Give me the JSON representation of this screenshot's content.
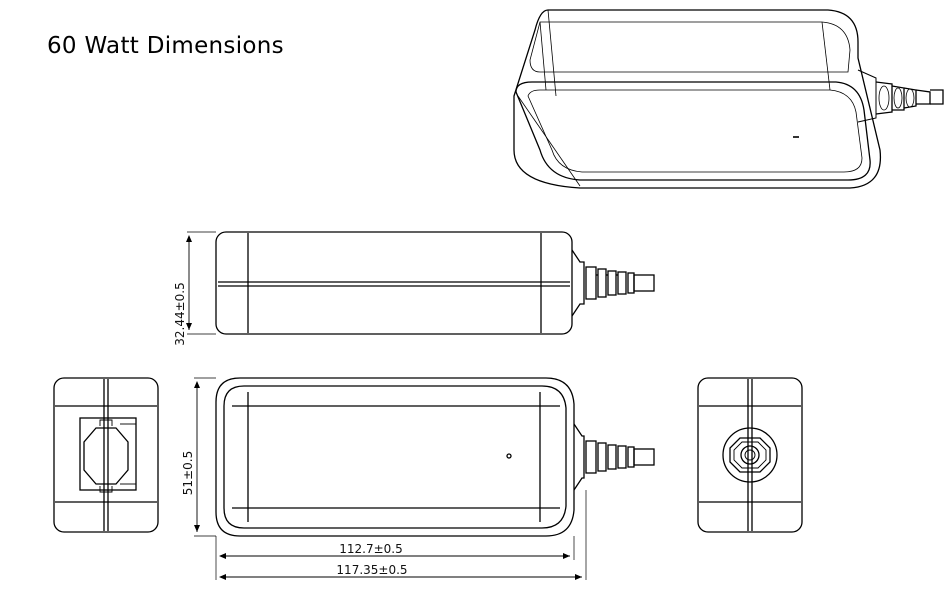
{
  "title": "60 Watt Dimensions",
  "dimensions": {
    "height": "32.44±0.5",
    "width": "51±0.5",
    "length_inner": "112.7±0.5",
    "length_outer": "117.35±0.5"
  }
}
